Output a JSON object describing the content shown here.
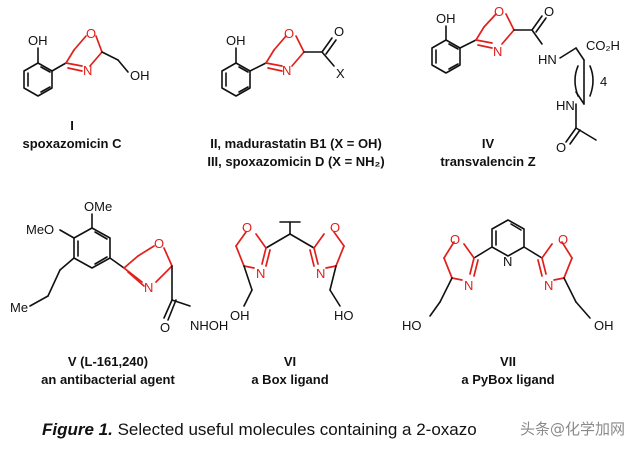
{
  "compounds": [
    {
      "numeral": "I",
      "name": "spoxazomicin C",
      "atoms": [
        "OH",
        "O",
        "N",
        "OH"
      ]
    },
    {
      "numeral": "II",
      "name_line1": "II, madurastatin B1 (X = OH)",
      "name_line2": "III, spoxazomicin D (X = NH₂)",
      "atoms": [
        "OH",
        "O",
        "N",
        "O",
        "X"
      ]
    },
    {
      "numeral": "IV",
      "name": "transvalencin Z",
      "atoms": [
        "OH",
        "O",
        "N",
        "O",
        "HN",
        "CO₂H",
        "4",
        "HN",
        "O"
      ]
    },
    {
      "numeral": "V (L-161,240)",
      "name": "an antibacterial agent",
      "atoms": [
        "OMe",
        "MeO",
        "O",
        "N",
        "O",
        "NHOH",
        "Me"
      ]
    },
    {
      "numeral": "VI",
      "name": "a Box ligand",
      "atoms": [
        "O",
        "N",
        "O",
        "N",
        "OH",
        "HO"
      ]
    },
    {
      "numeral": "VII",
      "name": "a PyBox ligand",
      "atoms": [
        "O",
        "N",
        "N",
        "O",
        "N",
        "HO",
        "OH"
      ]
    }
  ],
  "caption": {
    "label": "Figure 1.",
    "text": " Selected useful molecules containing a 2-oxazo"
  },
  "watermark": "头条@化学加网",
  "colors": {
    "highlight": "#e0201c",
    "bond": "#111111"
  }
}
